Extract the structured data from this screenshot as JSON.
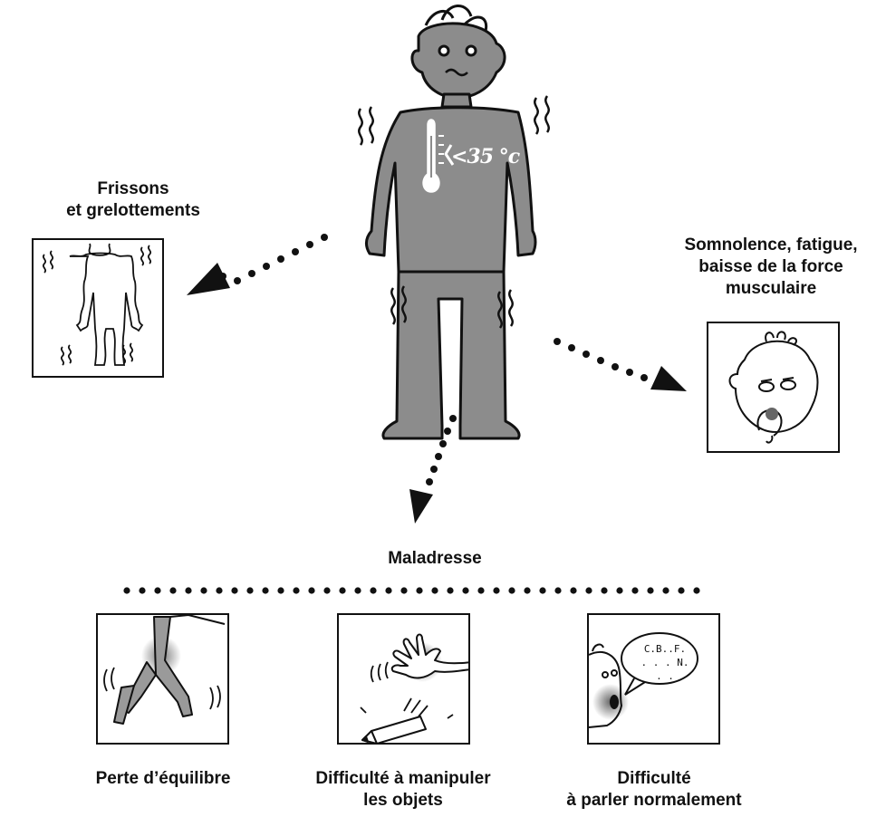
{
  "figure": {
    "temperature_label": "<35 °c",
    "symptoms": {
      "shivering": {
        "line1": "Frissons",
        "line2": "et grelottements"
      },
      "drowsiness": {
        "line1": "Somnolence, fatigue,",
        "line2": "baisse de la force",
        "line3": "musculaire"
      },
      "clumsiness": {
        "title": "Maladresse"
      }
    },
    "clumsiness_effects": [
      {
        "line1": "Perte d’équilibre",
        "line2": ""
      },
      {
        "line1": "Difficulté à manipuler",
        "line2": "les objets"
      },
      {
        "line1": "Difficulté",
        "line2": "à parler normalement"
      }
    ],
    "speech_bubble": {
      "line1": "C.B..F.",
      "line2": ". . . N. . ."
    }
  }
}
